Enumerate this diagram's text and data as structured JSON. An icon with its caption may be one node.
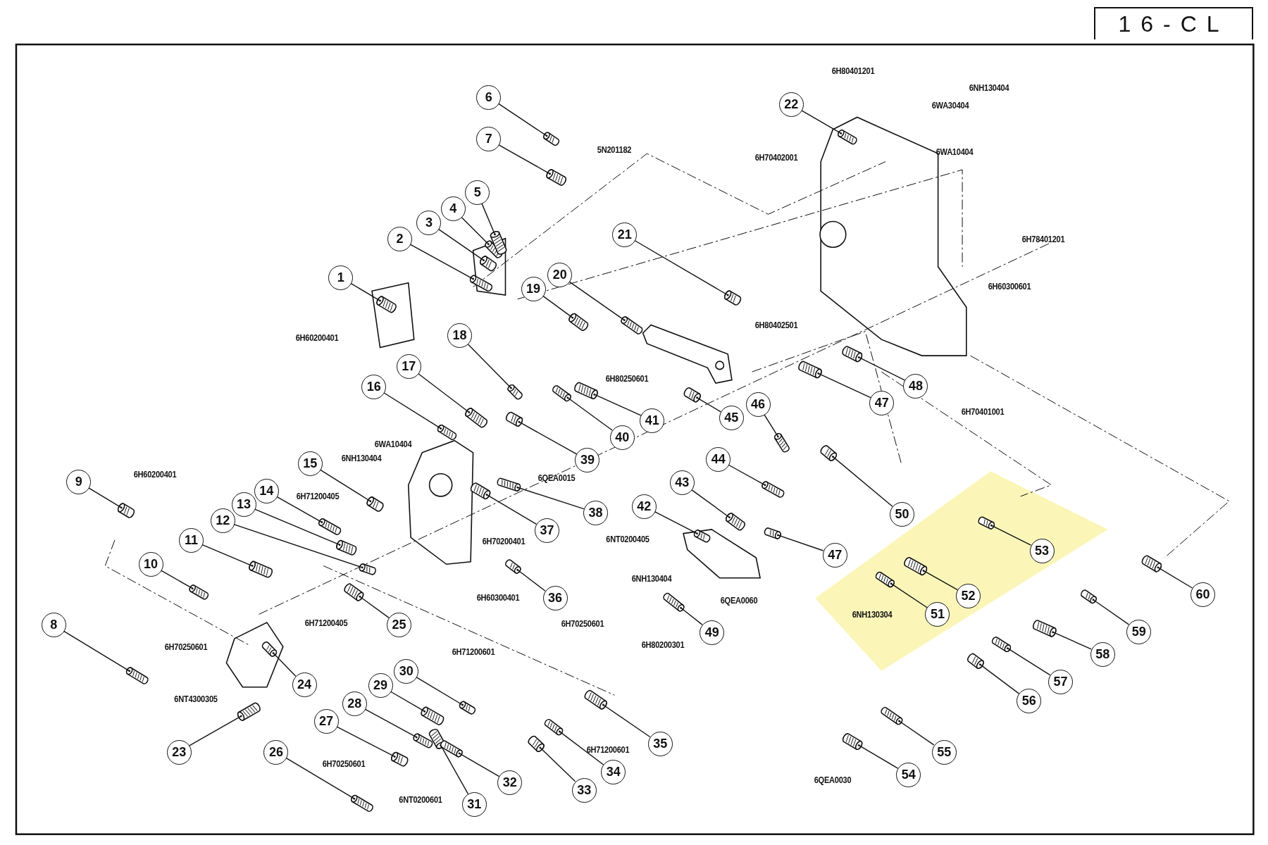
{
  "diagram": {
    "title": "16-CL",
    "nodes": [
      {
        "text": [
          "1"
        ]
      },
      {
        "text": [
          "2"
        ]
      },
      {
        "text": [
          "3"
        ]
      },
      {
        "text": [
          "4"
        ]
      },
      {
        "text": [
          "5"
        ]
      },
      {
        "text": [
          "6"
        ]
      },
      {
        "text": [
          "7"
        ]
      },
      {
        "text": [
          "8"
        ]
      },
      {
        "text": [
          "9"
        ]
      },
      {
        "text": [
          "10"
        ]
      },
      {
        "text": [
          "11"
        ]
      },
      {
        "text": [
          "12"
        ]
      },
      {
        "text": [
          "13"
        ]
      },
      {
        "text": [
          "14"
        ]
      },
      {
        "text": [
          "15"
        ]
      },
      {
        "text": [
          "16"
        ]
      },
      {
        "text": [
          "17"
        ]
      },
      {
        "text": [
          "18"
        ]
      },
      {
        "text": [
          "19"
        ]
      },
      {
        "text": [
          "20"
        ]
      },
      {
        "text": [
          "21"
        ]
      },
      {
        "text": [
          "22"
        ]
      },
      {
        "text": [
          "23"
        ]
      },
      {
        "text": [
          "24"
        ]
      },
      {
        "text": [
          "25"
        ]
      },
      {
        "text": [
          "26"
        ]
      },
      {
        "text": [
          "27"
        ]
      },
      {
        "text": [
          "28"
        ]
      },
      {
        "text": [
          "29"
        ]
      },
      {
        "text": [
          "30"
        ]
      },
      {
        "text": [
          "31"
        ]
      },
      {
        "text": [
          "32"
        ]
      },
      {
        "text": [
          "33"
        ]
      },
      {
        "text": [
          "34"
        ]
      },
      {
        "text": [
          "35"
        ]
      },
      {
        "text": [
          "36"
        ]
      },
      {
        "text": [
          "37"
        ]
      },
      {
        "text": [
          "38"
        ]
      },
      {
        "text": [
          "39"
        ]
      },
      {
        "text": [
          "40"
        ]
      },
      {
        "text": [
          "41"
        ]
      },
      {
        "text": [
          "42"
        ]
      },
      {
        "text": [
          "43"
        ]
      },
      {
        "text": [
          "44"
        ]
      },
      {
        "text": [
          "45"
        ]
      },
      {
        "text": [
          "46"
        ]
      },
      {
        "text": [
          "47"
        ]
      },
      {
        "text": [
          "47"
        ]
      },
      {
        "text": [
          "48"
        ]
      },
      {
        "text": [
          "49"
        ]
      },
      {
        "text": [
          "50"
        ]
      },
      {
        "text": [
          "51"
        ]
      },
      {
        "text": [
          "52"
        ]
      },
      {
        "text": [
          "53"
        ]
      },
      {
        "text": [
          "54"
        ]
      },
      {
        "text": [
          "55"
        ]
      },
      {
        "text": [
          "56"
        ]
      },
      {
        "text": [
          "57"
        ]
      },
      {
        "text": [
          "58"
        ]
      },
      {
        "text": [
          "59"
        ]
      },
      {
        "text": [
          "60"
        ]
      },
      {
        "text": [],
        "shape": "picture"
      },
      {
        "text": [],
        "shape": "picture"
      },
      {
        "text": [],
        "shape": "picture"
      },
      {
        "text": [],
        "shape": "picture"
      },
      {
        "text": [],
        "shape": "picture"
      },
      {
        "text": [],
        "shape": "picture"
      },
      {
        "text": [],
        "shape": "picture"
      },
      {
        "text": [],
        "shape": "picture"
      },
      {
        "text": [],
        "shape": "picture"
      },
      {
        "text": [],
        "shape": "picture"
      },
      {
        "text": [],
        "shape": "picture"
      },
      {
        "text": [],
        "shape": "picture"
      },
      {
        "text": [],
        "shape": "picture"
      },
      {
        "text": [],
        "shape": "picture"
      },
      {
        "text": [],
        "shape": "picture"
      },
      {
        "text": [],
        "shape": "picture"
      },
      {
        "text": [],
        "shape": "picture"
      },
      {
        "text": [],
        "shape": "picture"
      },
      {
        "text": [],
        "shape": "picture"
      },
      {
        "text": [],
        "shape": "picture"
      },
      {
        "text": [],
        "shape": "picture"
      },
      {
        "text": [],
        "shape": "picture"
      },
      {
        "text": [],
        "shape": "picture"
      },
      {
        "text": [],
        "shape": "picture"
      },
      {
        "text": [],
        "shape": "picture"
      },
      {
        "text": [],
        "shape": "picture"
      },
      {
        "text": [],
        "shape": "picture"
      },
      {
        "text": [],
        "shape": "picture"
      },
      {
        "text": [],
        "shape": "picture"
      },
      {
        "text": [],
        "shape": "picture"
      },
      {
        "text": [],
        "shape": "picture"
      },
      {
        "text": [],
        "shape": "picture"
      },
      {
        "text": [],
        "shape": "picture"
      },
      {
        "text": [],
        "shape": "picture"
      },
      {
        "text": [],
        "shape": "picture"
      },
      {
        "text": [],
        "shape": "picture"
      },
      {
        "text": [],
        "shape": "picture"
      },
      {
        "text": [],
        "shape": "picture"
      },
      {
        "text": [],
        "shape": "picture"
      },
      {
        "text": [],
        "shape": "picture"
      },
      {
        "text": [],
        "shape": "picture"
      },
      {
        "text": [],
        "shape": "picture"
      },
      {
        "text": [],
        "shape": "picture"
      },
      {
        "text": [],
        "shape": "picture"
      },
      {
        "text": [],
        "shape": "picture"
      },
      {
        "text": [],
        "shape": "picture"
      },
      {
        "text": [],
        "shape": "picture"
      },
      {
        "text": [],
        "shape": "picture"
      },
      {
        "text": [],
        "shape": "picture"
      },
      {
        "text": [],
        "shape": "picture"
      },
      {
        "text": [],
        "shape": "picture"
      },
      {
        "text": [],
        "shape": "picture"
      },
      {
        "text": [],
        "shape": "picture"
      },
      {
        "text": [],
        "shape": "picture"
      },
      {
        "text": [],
        "shape": "picture"
      },
      {
        "text": [],
        "shape": "picture"
      },
      {
        "text": [],
        "shape": "picture"
      },
      {
        "text": [],
        "shape": "picture"
      },
      {
        "text": [],
        "shape": "picture"
      },
      {
        "text": [],
        "shape": "picture"
      },
      {
        "text": [],
        "shape": "picture"
      }
    ],
    "edges": [
      {
        "from": 0,
        "to": 61,
        "arrow": "none"
      },
      {
        "from": 1,
        "to": 62,
        "arrow": "none"
      },
      {
        "from": 2,
        "to": 63,
        "arrow": "none"
      },
      {
        "from": 3,
        "to": 64,
        "arrow": "none"
      },
      {
        "from": 4,
        "to": 65,
        "arrow": "none"
      },
      {
        "from": 5,
        "to": 66,
        "arrow": "none"
      },
      {
        "from": 6,
        "to": 67,
        "arrow": "none"
      },
      {
        "from": 7,
        "to": 68,
        "arrow": "none"
      },
      {
        "from": 8,
        "to": 69,
        "arrow": "none"
      },
      {
        "from": 9,
        "to": 70,
        "arrow": "none"
      },
      {
        "from": 10,
        "to": 71,
        "arrow": "none"
      },
      {
        "from": 11,
        "to": 72,
        "arrow": "none"
      },
      {
        "from": 12,
        "to": 73,
        "arrow": "none"
      },
      {
        "from": 13,
        "to": 74,
        "arrow": "none"
      },
      {
        "from": 14,
        "to": 75,
        "arrow": "none"
      },
      {
        "from": 15,
        "to": 76,
        "arrow": "none"
      },
      {
        "from": 16,
        "to": 77,
        "arrow": "none"
      },
      {
        "from": 17,
        "to": 78,
        "arrow": "none"
      },
      {
        "from": 18,
        "to": 79,
        "arrow": "none"
      },
      {
        "from": 19,
        "to": 80,
        "arrow": "none"
      },
      {
        "from": 20,
        "to": 81,
        "arrow": "none"
      },
      {
        "from": 21,
        "to": 82,
        "arrow": "none"
      },
      {
        "from": 22,
        "to": 83,
        "arrow": "none"
      },
      {
        "from": 23,
        "to": 84,
        "arrow": "none"
      },
      {
        "from": 24,
        "to": 85,
        "arrow": "none"
      },
      {
        "from": 25,
        "to": 86,
        "arrow": "none"
      },
      {
        "from": 26,
        "to": 87,
        "arrow": "none"
      },
      {
        "from": 27,
        "to": 88,
        "arrow": "none"
      },
      {
        "from": 28,
        "to": 89,
        "arrow": "none"
      },
      {
        "from": 29,
        "to": 90,
        "arrow": "none"
      },
      {
        "from": 30,
        "to": 91,
        "arrow": "none"
      },
      {
        "from": 31,
        "to": 92,
        "arrow": "none"
      },
      {
        "from": 32,
        "to": 93,
        "arrow": "none"
      },
      {
        "from": 33,
        "to": 94,
        "arrow": "none"
      },
      {
        "from": 34,
        "to": 95,
        "arrow": "none"
      },
      {
        "from": 35,
        "to": 96,
        "arrow": "none"
      },
      {
        "from": 36,
        "to": 97,
        "arrow": "none"
      },
      {
        "from": 37,
        "to": 98,
        "arrow": "none"
      },
      {
        "from": 38,
        "to": 99,
        "arrow": "none"
      },
      {
        "from": 39,
        "to": 100,
        "arrow": "none"
      },
      {
        "from": 40,
        "to": 101,
        "arrow": "none"
      },
      {
        "from": 41,
        "to": 102,
        "arrow": "none"
      },
      {
        "from": 42,
        "to": 103,
        "arrow": "none"
      },
      {
        "from": 43,
        "to": 104,
        "arrow": "none"
      },
      {
        "from": 44,
        "to": 105,
        "arrow": "none"
      },
      {
        "from": 45,
        "to": 106,
        "arrow": "none"
      },
      {
        "from": 46,
        "to": 107,
        "arrow": "none"
      },
      {
        "from": 47,
        "to": 108,
        "arrow": "none"
      },
      {
        "from": 48,
        "to": 109,
        "arrow": "none"
      },
      {
        "from": 49,
        "to": 110,
        "arrow": "none"
      },
      {
        "from": 50,
        "to": 111,
        "arrow": "none"
      },
      {
        "from": 51,
        "to": 112,
        "arrow": "none"
      },
      {
        "from": 52,
        "to": 113,
        "arrow": "none"
      },
      {
        "from": 53,
        "to": 114,
        "arrow": "none"
      },
      {
        "from": 54,
        "to": 115,
        "arrow": "none"
      },
      {
        "from": 55,
        "to": 116,
        "arrow": "none"
      },
      {
        "from": 56,
        "to": 117,
        "arrow": "none"
      },
      {
        "from": 57,
        "to": 118,
        "arrow": "none"
      },
      {
        "from": 58,
        "to": 119,
        "arrow": "none"
      },
      {
        "from": 59,
        "to": 120,
        "arrow": "none"
      },
      {
        "from": 60,
        "to": 121,
        "arrow": "none"
      }
    ],
    "labels": [
      "6H80401201",
      "6NH130404",
      "6WA30404",
      "5N201182",
      "6WA10404",
      "6H70402001",
      "6H78401201",
      "6H60300601",
      "6H80402501",
      "6H60200401",
      "6H80250601",
      "6H70401001",
      "6WA10404",
      "6NH130404",
      "6H60200401",
      "6QEA0015",
      "6H71200405",
      "6NT0200405",
      "6H70200401",
      "6NH130404",
      "6H60300401",
      "6QEA0060",
      "6NH130304",
      "6H71200405",
      "6H70250601",
      "6H70250601",
      "6H80200301",
      "6H71200601",
      "6NT4300305",
      "6H71200601",
      "6H70250601",
      "6QEA0030",
      "6NT0200601"
    ]
  }
}
